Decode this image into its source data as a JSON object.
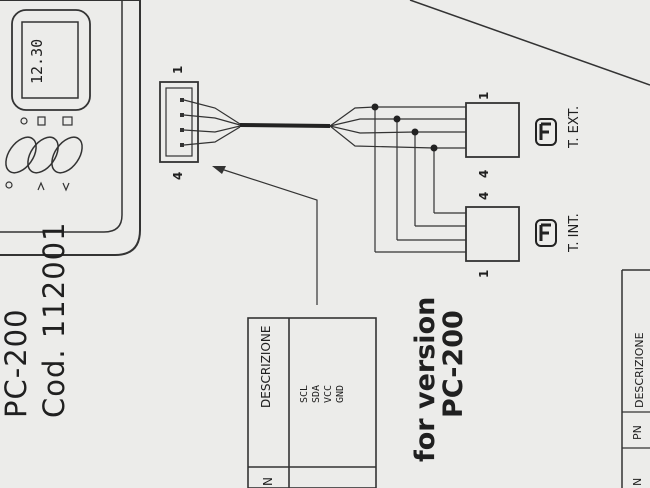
{
  "device": {
    "display_time": "12.30",
    "model": "PC-200",
    "code": "Cod. 112001"
  },
  "connector": {
    "pin_first": "1",
    "pin_last": "4"
  },
  "sensors": {
    "external_label": "T. EXT.",
    "internal_label": "T. INT.",
    "pin_one": "1",
    "pin_four": "4"
  },
  "note": {
    "line1": "for version",
    "line2": "PC-200"
  },
  "pin_table": {
    "header_n": "N",
    "header_desc": "DESCRIZIONE",
    "signals": [
      "SCL",
      "SDA",
      "VCC",
      "GND"
    ]
  },
  "bottom_table": {
    "header_n": "N",
    "header_pn": "PN",
    "header_desc": "DESCRIZIONE"
  }
}
